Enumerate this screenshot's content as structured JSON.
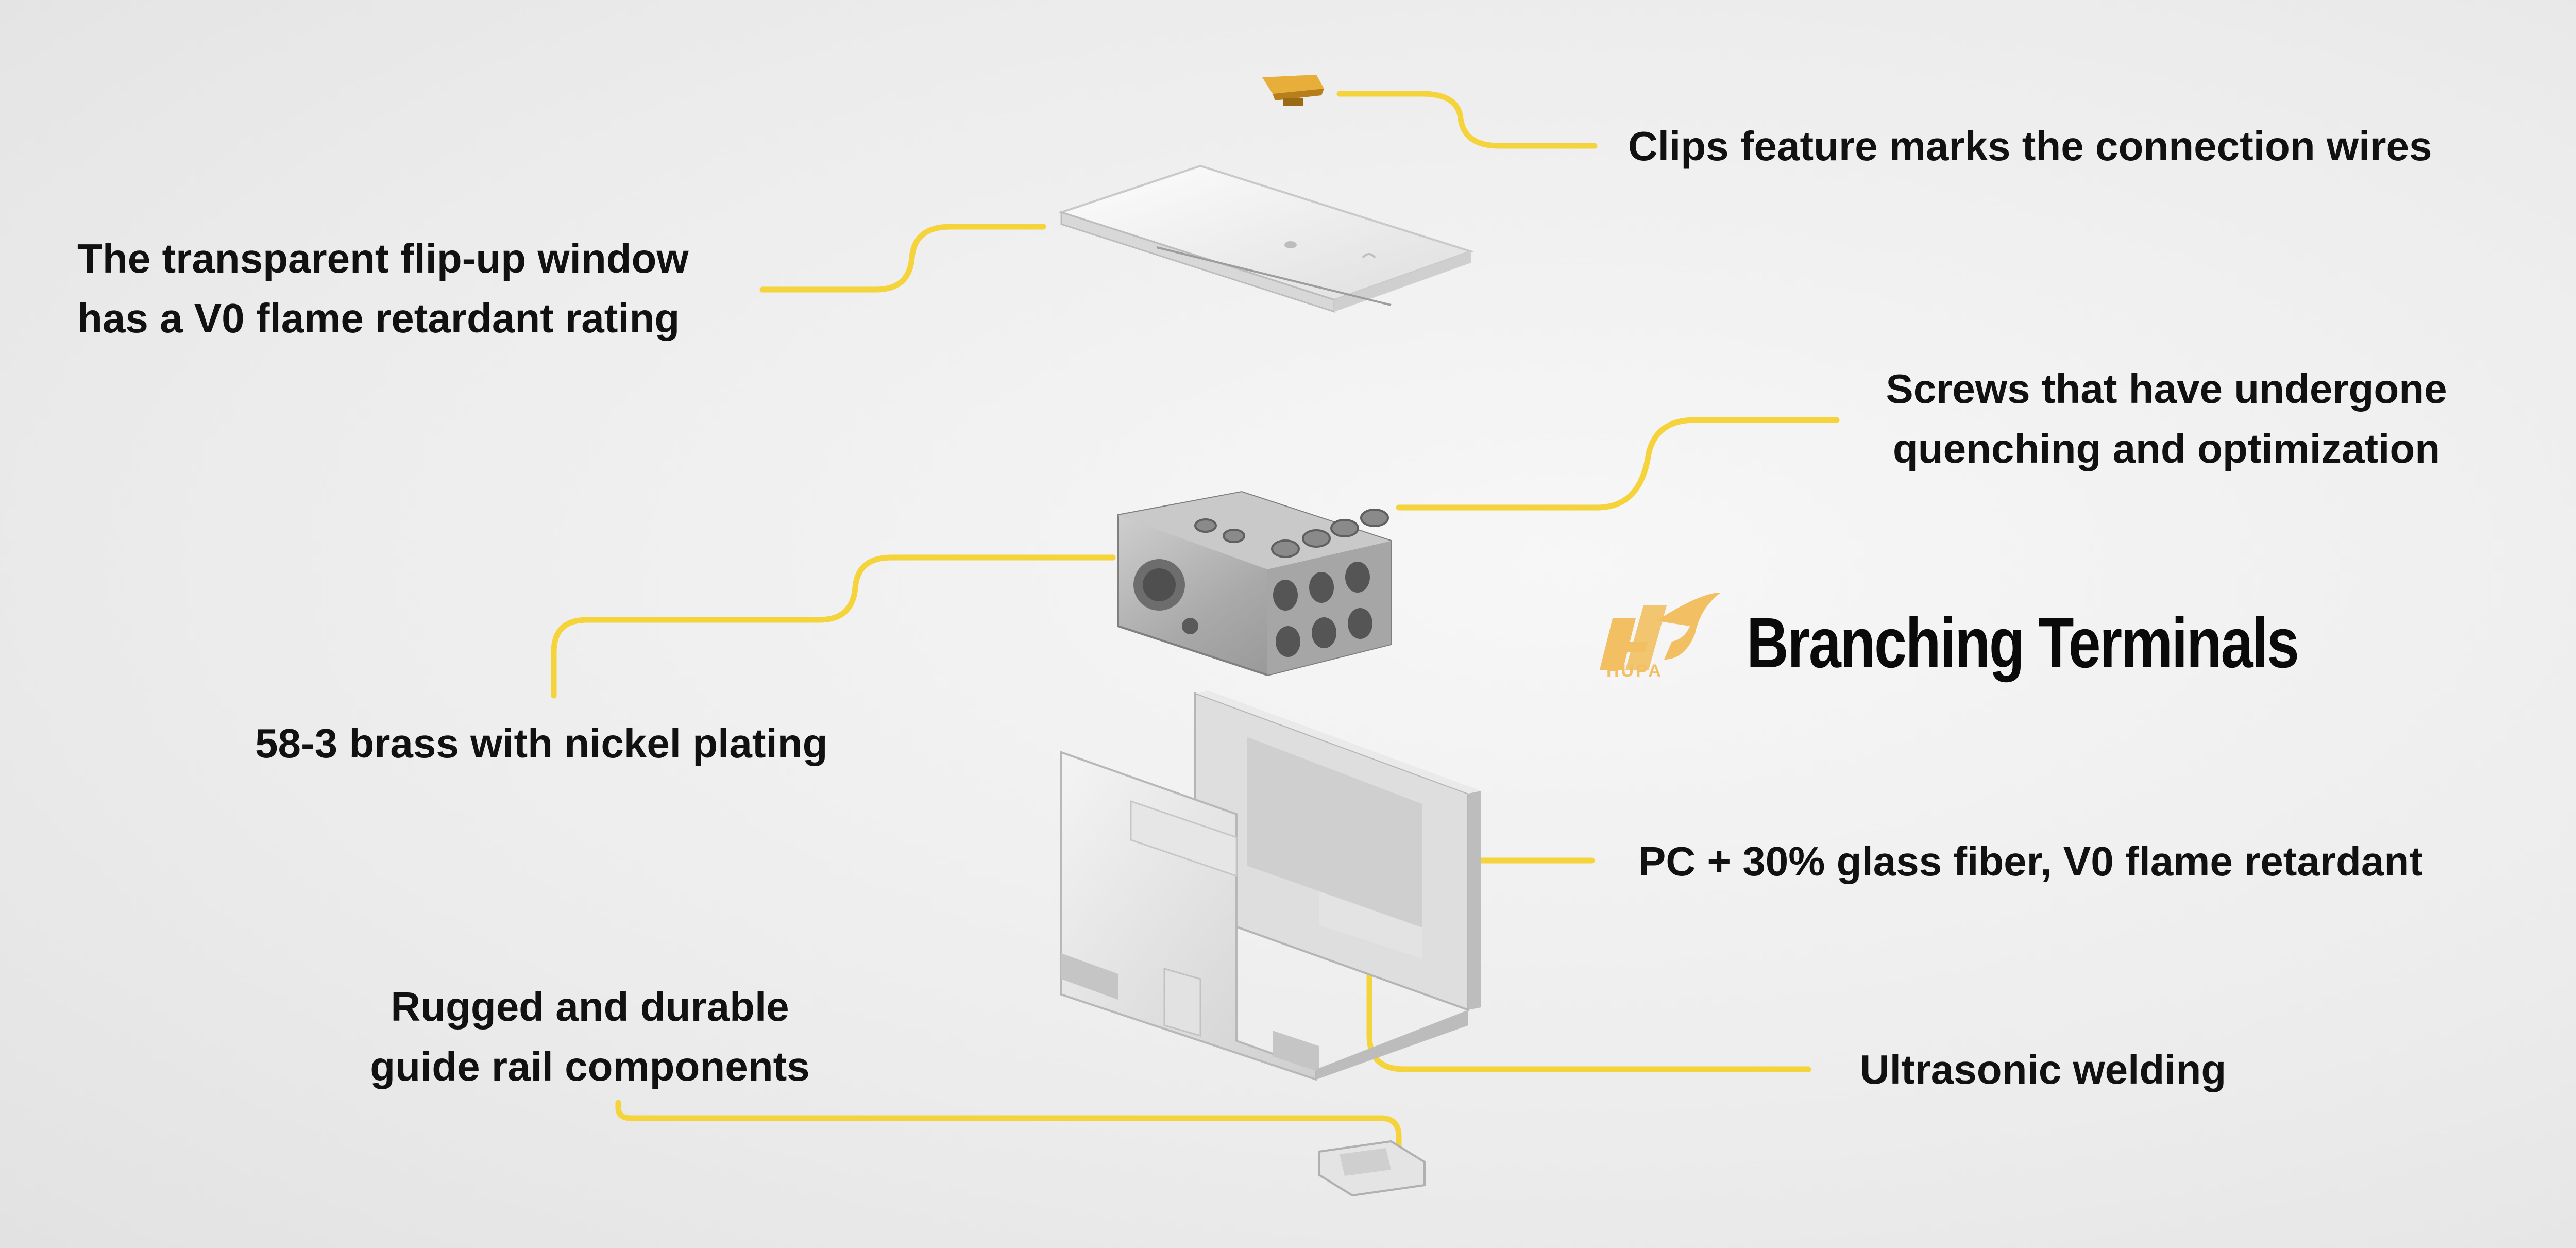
{
  "colors": {
    "accent_line": "#F5D33B",
    "logo": "#F2C063",
    "clip": "#E8AE3A",
    "text": "#111111"
  },
  "title": "Branching Terminals",
  "logo": {
    "text": "HUPA",
    "icon": "hf-logo-icon"
  },
  "callouts": {
    "clips": "Clips feature marks the connection wires",
    "window_line1": "The transparent flip-up window",
    "window_line2": "has a V0 flame retardant rating",
    "screws_line1": "Screws that have undergone",
    "screws_line2": "quenching and optimization",
    "brass": "58-3 brass with nickel plating",
    "pc": "PC + 30% glass fiber, V0 flame retardant",
    "rail_line1": "Rugged and durable",
    "rail_line2": "guide rail components",
    "welding": "Ultrasonic welding"
  }
}
